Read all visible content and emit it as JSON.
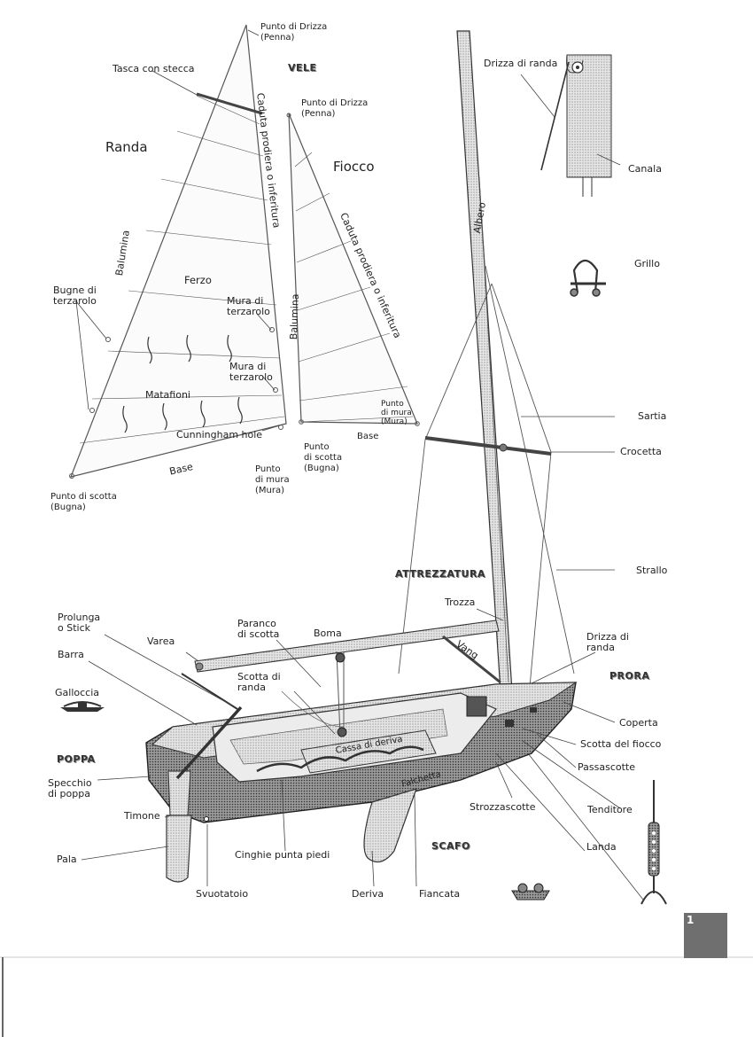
{
  "sections": {
    "sails": "VELE",
    "rigging": "ATTREZZATURA",
    "bow": "PRORA",
    "stern": "POPPA",
    "hull": "SCAFO"
  },
  "sail_labels": {
    "randa": "Randa",
    "fiocco": "Fiocco",
    "tasca": "Tasca con stecca",
    "head_main": "Punto di Drizza\n(Penna)",
    "head_jib": "Punto di Drizza\n(Penna)",
    "luff_main": "Caduta prodiera o inferitura",
    "luff_jib": "Caduta prodiera o inferitura",
    "leech_main": "Balumina",
    "leech_jib": "Balumina",
    "ferzo": "Ferzo",
    "bugne": "Bugne di\nterzarolo",
    "mura_terz_1": "Mura di\nterzarolo",
    "mura_terz_2": "Mura di\nterzarolo",
    "matafioni": "Matafioni",
    "cunningham": "Cunningham hole",
    "base_main": "Base",
    "base_jib": "Base",
    "tack_main": "Punto\ndi mura\n(Mura)",
    "tack_jib": "Punto\ndi mura\n(Mura)",
    "clew_main": "Punto di scotta\n(Bugna)",
    "clew_jib": "Punto\ndi scotta\n(Bugna)"
  },
  "rig_labels": {
    "drizza_randa_top": "Drizza di randa",
    "canala": "Canala",
    "grillo": "Grillo",
    "albero": "Albero",
    "sartia": "Sartia",
    "crocetta": "Crocetta",
    "strallo": "Strallo",
    "trozza": "Trozza",
    "drizza_randa_low": "Drizza di\nranda",
    "vang": "Vang",
    "boma": "Boma"
  },
  "hull_labels": {
    "prolunga": "Prolunga\no Stick",
    "varea": "Varea",
    "barra": "Barra",
    "galloccia": "Galloccia",
    "specchio": "Specchio\ndi poppa",
    "timone": "Timone",
    "pala": "Pala",
    "paranco": "Paranco\ndi scotta",
    "scotta_randa": "Scotta di\nranda",
    "cassa": "Cassa di deriva",
    "falchetta": "Falchetta",
    "coperta": "Coperta",
    "scotta_fiocco": "Scotta del fiocco",
    "passascotte": "Passascotte",
    "tenditore": "Tenditore",
    "landa": "Landa",
    "strozzascotte": "Strozzascotte",
    "svuotatoio": "Svuotatoio",
    "cinghie": "Cinghie punta piedi",
    "deriva": "Deriva",
    "fiancata": "Fiancata"
  },
  "page_number": "1"
}
